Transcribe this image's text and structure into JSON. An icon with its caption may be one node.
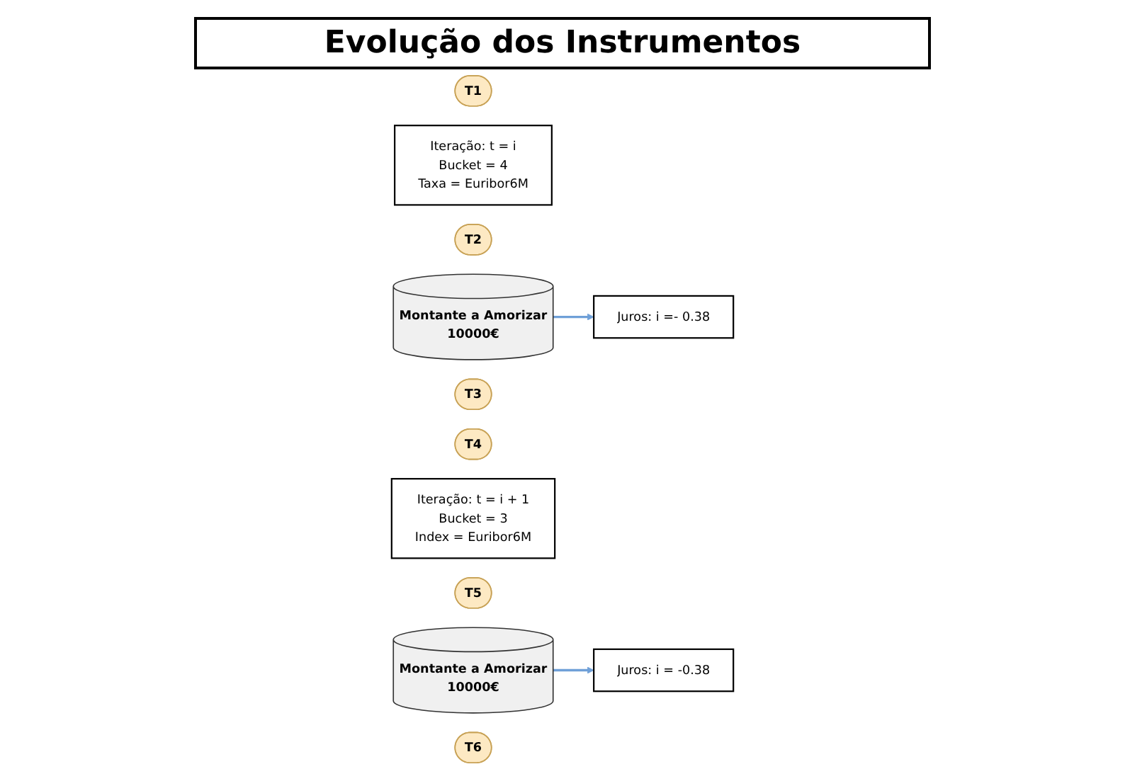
{
  "diagram": {
    "title": "Evolução dos Instrumentos",
    "nodes": [
      {
        "text": [
          "T1"
        ]
      },
      {
        "text": [
          "Iteração: t = i",
          "Bucket = 4",
          "Taxa = Euribor6M"
        ]
      },
      {
        "text": [
          "T2"
        ]
      },
      {
        "text": [
          "Montante a Amorizar",
          "10000€"
        ]
      },
      {
        "text": [
          "T3"
        ]
      },
      {
        "text": [
          "Juros: i =- 0.38"
        ]
      },
      {
        "text": [
          "T4"
        ]
      },
      {
        "text": [
          "Iteração: t = i + 1",
          "Bucket = 3",
          "Index = Euribor6M"
        ]
      },
      {
        "text": [
          "T5"
        ]
      },
      {
        "text": [
          "Montante a Amorizar",
          "10000€"
        ]
      },
      {
        "text": [
          "T6"
        ]
      },
      {
        "text": [
          "Juros: i = -0.38"
        ]
      }
    ],
    "edges": [
      {
        "from": 3,
        "to": 5,
        "arrow": "to"
      },
      {
        "from": 9,
        "to": 11,
        "arrow": "to"
      }
    ]
  }
}
